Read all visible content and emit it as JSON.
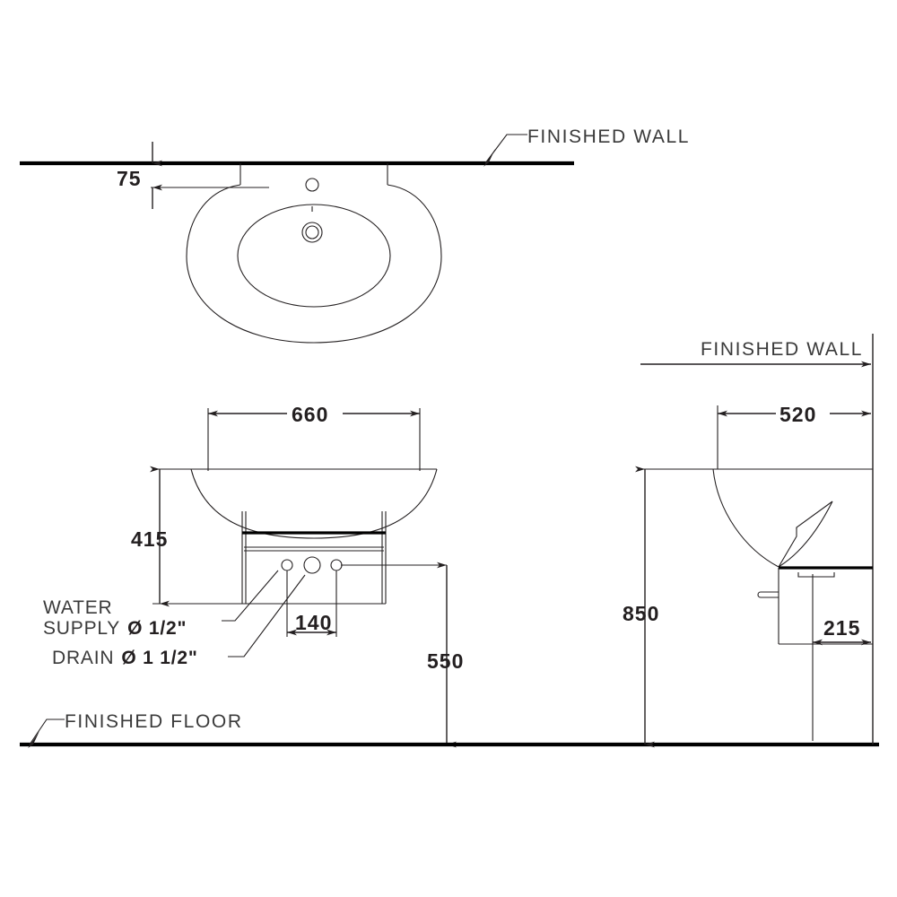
{
  "drawing": {
    "title": "Wall-hung washbasin installation drawing",
    "units": "mm",
    "line_color": "#231f20",
    "background": "#ffffff"
  },
  "views": {
    "plan": {
      "name": "plan-view",
      "wall_label": "FINISHED  WALL"
    },
    "front": {
      "name": "front-elevation"
    },
    "side": {
      "name": "side-elevation",
      "wall_label": "FINISHED  WALL"
    }
  },
  "labels": {
    "finished_wall_top": "FINISHED  WALL",
    "finished_wall_side": "FINISHED  WALL",
    "finished_floor": "FINISHED  FLOOR",
    "water_supply_line1": "WATER",
    "water_supply_line2": "SUPPLY",
    "water_supply_size": "Ø 1/2\"",
    "drain_text": "DRAIN",
    "drain_size": "Ø 1 1/2\""
  },
  "dimensions": {
    "d75": "75",
    "d660": "660",
    "d415": "415",
    "d140": "140",
    "d550": "550",
    "d520": "520",
    "d850": "850",
    "d215": "215"
  },
  "chart_data": {
    "type": "table",
    "title": "Washbasin dimensions (mm)",
    "categories": [
      "75",
      "660",
      "415",
      "140",
      "550",
      "520",
      "850",
      "215"
    ],
    "values": [
      75,
      660,
      415,
      140,
      550,
      520,
      850,
      215
    ],
    "annotations": [
      "FINISHED  WALL",
      "FINISHED  FLOOR",
      "WATER SUPPLY Ø 1/2\"",
      "DRAIN Ø 1 1/2\""
    ]
  }
}
